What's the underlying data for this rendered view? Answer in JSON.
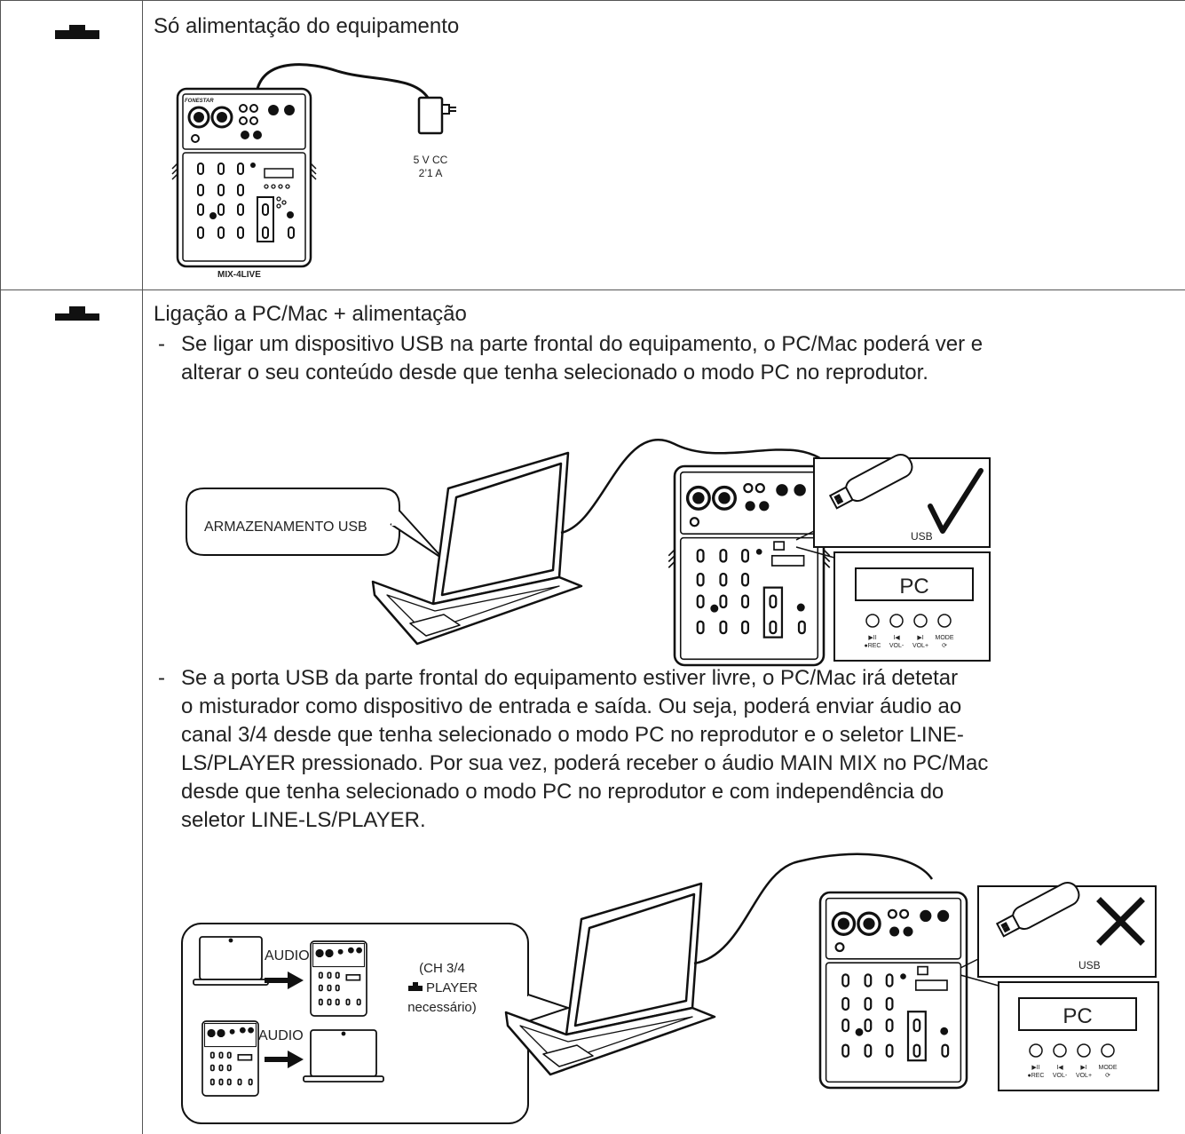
{
  "row1": {
    "title": "Só alimentação do equipamento",
    "adapter_label_1": "5 V CC",
    "adapter_label_2": "2’1 A",
    "model_label": "MIX-4LIVE",
    "brand": "FONESTAR"
  },
  "row2": {
    "title": "Ligação a PC/Mac + alimentação",
    "bullet1_dash": "-",
    "bullet1_line1": "Se ligar um dispositivo USB na parte frontal do equipamento, o PC/Mac poderá ver e",
    "bullet1_line2": "alterar o seu conteúdo desde que tenha selecionado o modo PC no reprodutor.",
    "bubble_text": "ARMAZENAMENTO USB",
    "usb_label": "USB",
    "display_text": "PC",
    "buttons": [
      {
        "top": "▶II",
        "bottom": "●REC"
      },
      {
        "top": "I◀",
        "bottom": "VOL-"
      },
      {
        "top": "▶I",
        "bottom": "VOL+"
      },
      {
        "top": "MODE",
        "bottom": "⟳"
      }
    ],
    "bullet2_dash": "-",
    "bullet2_lines": [
      "Se a porta USB da parte frontal do equipamento estiver livre, o PC/Mac irá detetar",
      "o misturador como dispositivo de entrada e saída. Ou seja, poderá enviar áudio ao",
      "canal 3/4 desde que tenha selecionado o modo PC no reprodutor e o seletor LINE-",
      "LS/PLAYER pressionado. Por sua vez, poderá receber o áudio MAIN MIX no PC/Mac",
      "desde que tenha selecionado o modo PC no reprodutor e com independência do",
      "seletor LINE-LS/PLAYER."
    ],
    "audio_label_1": "AUDIO",
    "audio_label_2": "AUDIO",
    "note_line1": "(CH 3/4",
    "note_line2": "PLAYER",
    "note_line3": "necessário)",
    "usb_label_2": "USB",
    "display_text_2": "PC"
  },
  "colors": {
    "line": "#555555",
    "text": "#222222",
    "bg": "#ffffff"
  },
  "icons": [
    "switch-released-icon",
    "switch-pressed-icon",
    "checkmark-icon",
    "cross-icon",
    "usb-stick-icon",
    "laptop-icon",
    "mixer-icon",
    "power-adapter-icon",
    "arrow-right-icon"
  ]
}
